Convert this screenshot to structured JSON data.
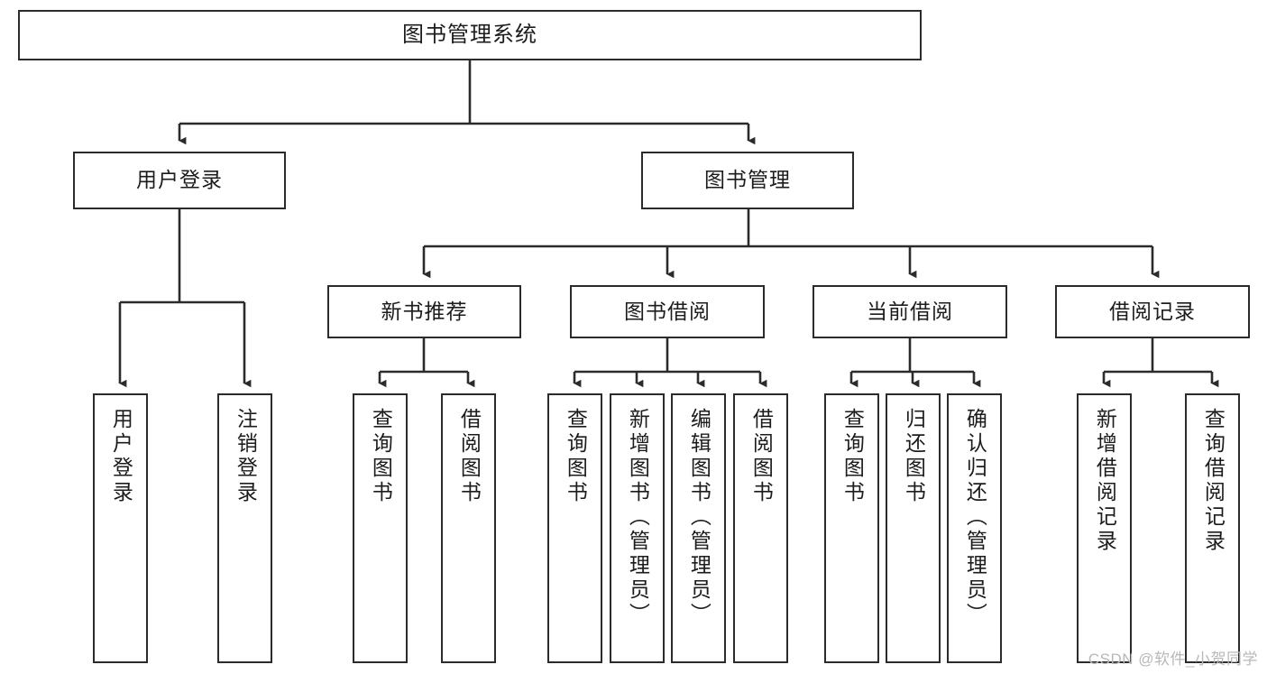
{
  "diagram": {
    "title": "图书管理系统",
    "type": "hierarchy-tree",
    "watermark": "CSDN @软件_小贺同学",
    "nodes": {
      "root": {
        "label": "图书管理系统"
      },
      "level2": [
        {
          "id": "user-login",
          "label": "用户登录"
        },
        {
          "id": "book-manage",
          "label": "图书管理"
        }
      ],
      "level3": [
        {
          "id": "new-book-recommend",
          "label": "新书推荐"
        },
        {
          "id": "book-borrow",
          "label": "图书借阅"
        },
        {
          "id": "current-borrow",
          "label": "当前借阅"
        },
        {
          "id": "borrow-record",
          "label": "借阅记录"
        }
      ],
      "leaves": [
        {
          "id": "leaf-user-login",
          "label": "用户登录",
          "parent": "user-login"
        },
        {
          "id": "leaf-user-logout",
          "label": "注销登录",
          "parent": "user-login"
        },
        {
          "id": "leaf-query-book-1",
          "label": "查询图书",
          "parent": "new-book-recommend"
        },
        {
          "id": "leaf-borrow-book-1",
          "label": "借阅图书",
          "parent": "new-book-recommend"
        },
        {
          "id": "leaf-query-book-2",
          "label": "查询图书",
          "parent": "book-borrow"
        },
        {
          "id": "leaf-add-book",
          "label": "新增图书（管理员）",
          "parent": "book-borrow"
        },
        {
          "id": "leaf-edit-book",
          "label": "编辑图书（管理员）",
          "parent": "book-borrow"
        },
        {
          "id": "leaf-borrow-book-2",
          "label": "借阅图书",
          "parent": "book-borrow"
        },
        {
          "id": "leaf-query-book-3",
          "label": "查询图书",
          "parent": "current-borrow"
        },
        {
          "id": "leaf-return-book",
          "label": "归还图书",
          "parent": "current-borrow"
        },
        {
          "id": "leaf-confirm-return",
          "label": "确认归还（管理员）",
          "parent": "current-borrow"
        },
        {
          "id": "leaf-add-record",
          "label": "新增借阅记录",
          "parent": "borrow-record"
        },
        {
          "id": "leaf-query-record",
          "label": "查询借阅记录",
          "parent": "borrow-record"
        }
      ]
    },
    "colors": {
      "stroke": "#2b2b2b",
      "fill": "#ffffff",
      "text": "#1c1c1c",
      "watermark": "#b8b8b8"
    }
  }
}
